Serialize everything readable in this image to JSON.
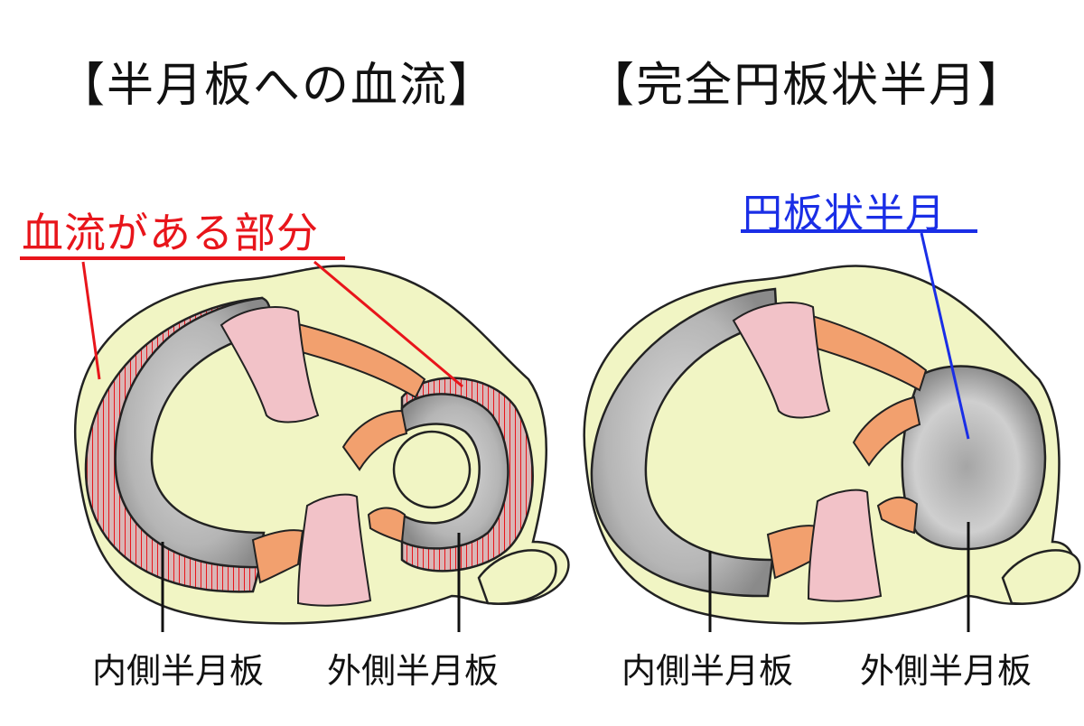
{
  "titles": {
    "left": "【半月板への血流】",
    "right": "【完全円板状半月】"
  },
  "labels": {
    "blood_flow_region": "血流がある部分",
    "discoid_meniscus": "円板状半月",
    "medial_meniscus_left": "内側半月板",
    "lateral_meniscus_left": "外側半月板",
    "medial_meniscus_right": "内側半月板",
    "lateral_meniscus_right": "外側半月板"
  },
  "colors": {
    "plateau": "#f1f5c4",
    "meniscus": "#c9c9c9",
    "meniscus_shade": "#8e8e8e",
    "ligament_orange": "#f2a06e",
    "ligament_pink": "#f2c2c8",
    "blood_flow_red": "#e8151b",
    "discoid_blue": "#1a2ee6",
    "outline": "#222222"
  }
}
